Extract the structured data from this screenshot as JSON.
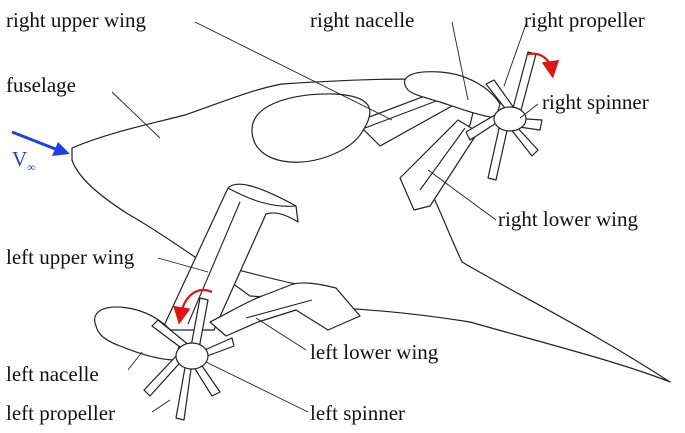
{
  "colors": {
    "line": "#222222",
    "freestream": "#1f3fe0",
    "rotation_arrow": "#e01414"
  },
  "freestream": {
    "symbol": "V",
    "subscript": "∞"
  },
  "labels": {
    "right_upper_wing": "right upper wing",
    "right_nacelle": "right nacelle",
    "right_propeller": "right propeller",
    "right_spinner": "right spinner",
    "right_lower_wing": "right lower wing",
    "fuselage": "fuselage",
    "left_upper_wing": "left upper wing",
    "left_lower_wing": "left lower wing",
    "left_nacelle": "left nacelle",
    "left_propeller": "left propeller",
    "left_spinner": "left spinner"
  }
}
